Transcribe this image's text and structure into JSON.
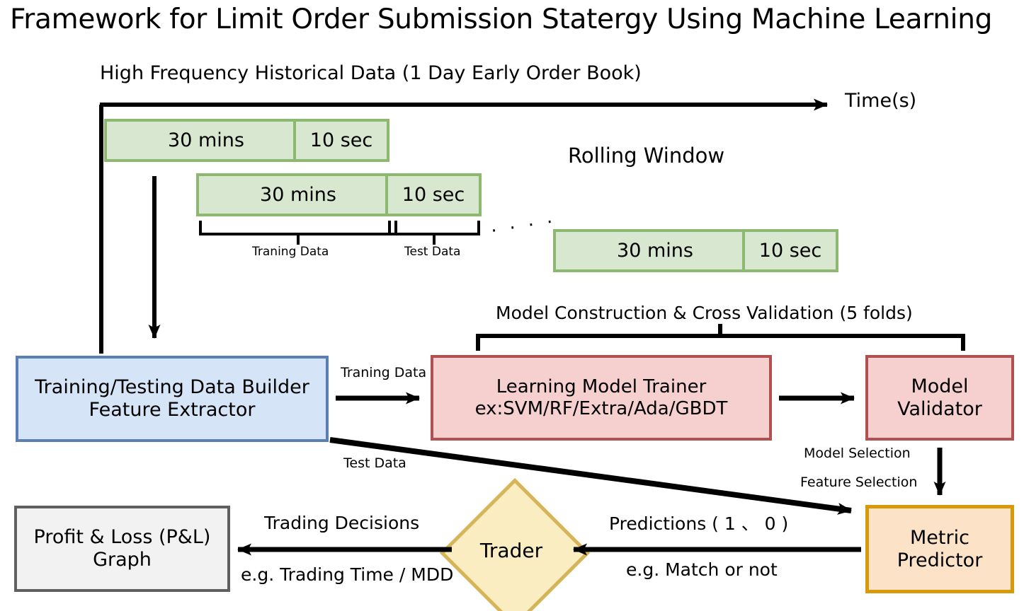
{
  "title": "Framework for Limit Order Submission Statergy Using Machine Learning",
  "timeline": {
    "heading": "High Frequency Historical Data (1 Day Early Order Book)",
    "axis_label": "Time(s)",
    "rolling_label": "Rolling Window",
    "ellipsis": ". . . .",
    "windows": [
      {
        "train": "30 mins",
        "test": "10 sec"
      },
      {
        "train": "30 mins",
        "test": "10 sec"
      },
      {
        "train": "30 mins",
        "test": "10 sec"
      }
    ],
    "bracket_labels": {
      "training": "Traning Data",
      "test": "Test Data"
    }
  },
  "pipeline": {
    "cv_label": "Model Construction & Cross Validation (5 folds)",
    "data_builder": {
      "line1": "Training/Testing Data Builder",
      "line2": "Feature Extractor"
    },
    "model_trainer": {
      "line1": "Learning Model Trainer",
      "line2": "ex:SVM/RF/Extra/Ada/GBDT"
    },
    "model_validator": {
      "line1": "Model",
      "line2": "Validator"
    },
    "metric_predictor": {
      "line1": "Metric",
      "line2": "Predictor"
    },
    "trader": "Trader",
    "pnl": {
      "line1": "Profit & Loss (P&L)",
      "line2": "Graph"
    },
    "edges": {
      "training_data": "Traning Data",
      "test_data": "Test Data",
      "model_selection": "Model Selection",
      "feature_selection": "Feature Selection",
      "predictions": "Predictions ( 1 、 0 )",
      "predictions_note": "e.g. Match or not",
      "trading_decisions": "Trading Decisions",
      "trading_decisions_note": "e.g. Trading Time / MDD"
    }
  },
  "colors": {
    "green_fill": "#d8e8d0",
    "green_border": "#8cb870",
    "blue_fill": "#d6e4f7",
    "blue_border": "#5a7fb5",
    "red_fill": "#f6cfcf",
    "red_border": "#b05050",
    "orange_fill": "#fce3c8",
    "orange_border": "#d89a08",
    "yellow_fill": "#fbedc2",
    "yellow_border": "#d6b558",
    "gray_fill": "#f2f2f2",
    "gray_border": "#606060",
    "line": "#000000"
  }
}
